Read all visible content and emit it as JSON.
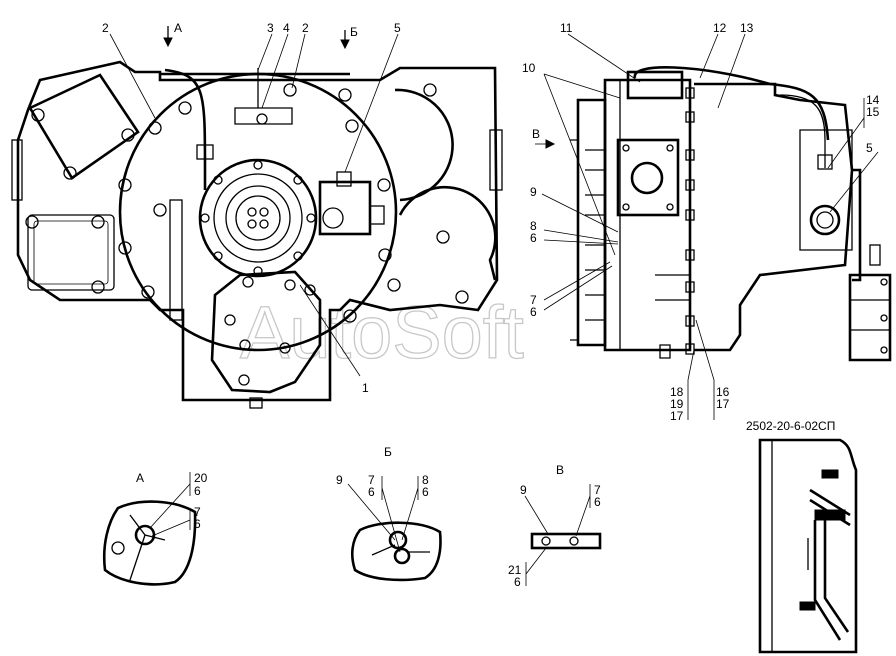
{
  "drawing": {
    "code": "2502-20-6-02СП",
    "watermark": "AutoSoft"
  },
  "views": {
    "a": "А",
    "b": "Б",
    "v": "В"
  },
  "callouts": {
    "main_left": {
      "c2a": "2",
      "c3": "3",
      "c4": "4",
      "c2b": "2",
      "c5": "5",
      "c1": "1",
      "arrow_a": "А",
      "arrow_b": "Б"
    },
    "main_right": {
      "c11": "11",
      "c12": "12",
      "c13": "13",
      "c10": "10",
      "arrow_v": "В",
      "c9": "9",
      "c8": "8",
      "c6a": "6",
      "c7": "7",
      "c6b": "6",
      "c14": "14",
      "c15": "15",
      "c5": "5",
      "c18": "18",
      "c19": "19",
      "c17a": "17",
      "c16": "16",
      "c17b": "17"
    },
    "detail_a": {
      "c20": "20",
      "c6a": "6",
      "c7": "7",
      "c6b": "6"
    },
    "detail_b": {
      "c9": "9",
      "c7": "7",
      "c6a": "6",
      "c8": "8",
      "c6b": "6"
    },
    "detail_v": {
      "c9": "9",
      "c7": "7",
      "c6a": "6",
      "c21": "21",
      "c6b": "6"
    }
  }
}
